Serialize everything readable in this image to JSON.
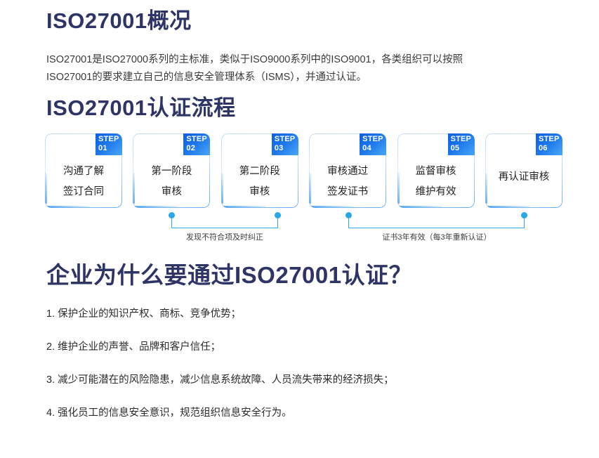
{
  "headings": {
    "overview": "ISO27001概况",
    "process": "ISO27001认证流程",
    "why": "企业为什么要通过ISO27001认证？"
  },
  "intro": {
    "line1": "ISO27001是ISO27000系列的主标准，类似于ISO9000系列中的ISO9001，各类组织可以按照",
    "line2": "ISO27001的要求建立自己的信息安全管理体系（ISMS），并通过认证。"
  },
  "steps": {
    "badge_word": "STEP",
    "items": [
      {
        "num": "01",
        "line1": "沟通了解",
        "line2": "签订合同"
      },
      {
        "num": "02",
        "line1": "第一阶段",
        "line2": "审核"
      },
      {
        "num": "03",
        "line1": "第二阶段",
        "line2": "审核"
      },
      {
        "num": "04",
        "line1": "审核通过",
        "line2": "签发证书"
      },
      {
        "num": "05",
        "line1": "监督审核",
        "line2": "维护有效"
      },
      {
        "num": "06",
        "line1": "再认证审核",
        "line2": ""
      }
    ]
  },
  "connectors": [
    {
      "label": "发现不符合项及时纠正"
    },
    {
      "label": "证书3年有效（每3年重新认证）"
    }
  ],
  "reasons": [
    "1. 保护企业的知识产权、商标、竞争优势；",
    "2. 维护企业的声誉、品牌和客户信任；",
    "3. 减少可能潜在的风险隐患，减少信息系统故障、人员流失带来的经济损失；",
    "4. 强化员工的信息安全意识，规范组织信息安全行为。"
  ],
  "colors": {
    "heading": "#2e3466",
    "badge_start": "#0d5fe0",
    "badge_end": "#49a6f7",
    "connector": "#29a8e8",
    "card_border": "#9cc8f6"
  }
}
